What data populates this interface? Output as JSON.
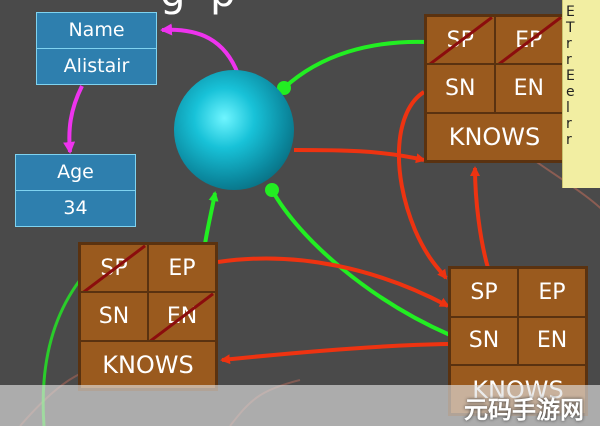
{
  "title_fragment": "g p",
  "node_properties": [
    {
      "key": "Name",
      "value": "Alistair"
    },
    {
      "key": "Age",
      "value": "34"
    }
  ],
  "relationships": [
    {
      "cells": [
        "SP",
        "EP",
        "SN",
        "EN"
      ],
      "type": "KNOWS"
    },
    {
      "cells": [
        "SP",
        "EP",
        "SN",
        "EN"
      ],
      "type": "KNOWS"
    },
    {
      "cells": [
        "SP",
        "EP",
        "SN",
        "EN"
      ],
      "type": "KNOWS"
    }
  ],
  "note_lines": [
    "E",
    "T",
    "r",
    "r",
    "E",
    "e",
    "l",
    "r",
    "r"
  ],
  "watermark": "元码手游网",
  "colors": {
    "background": "#4a4a4a",
    "property_box": "#2e7fae",
    "relationship_box": "#9a5a1e",
    "pointer_green": "#22ee22",
    "pointer_red": "#ee3311",
    "pointer_magenta": "#ee33ee"
  }
}
